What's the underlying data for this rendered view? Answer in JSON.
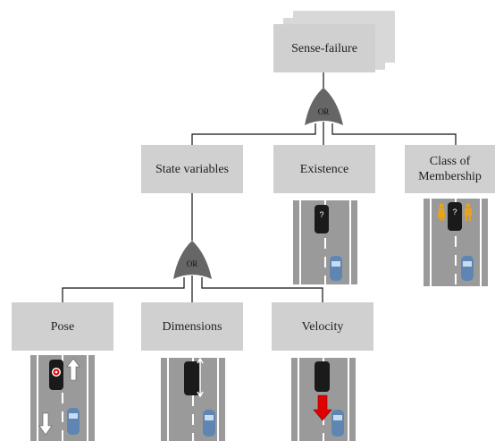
{
  "root": {
    "label": "Sense-failure"
  },
  "gates": {
    "top": "OR",
    "state": "OR"
  },
  "nodes": {
    "state_variables": "State variables",
    "existence": "Existence",
    "class_of_membership": "Class of\nMembership",
    "pose": "Pose",
    "dimensions": "Dimensions",
    "velocity": "Velocity"
  },
  "glyphs": {
    "question": "?"
  },
  "colors": {
    "box": "#d0d0d0",
    "gate": "#666666",
    "road": "#9a9a9a",
    "lane": "#ffffff",
    "car_dark": "#1a1a1a",
    "car_blue": "#5f86b3",
    "velocity_arrow": "#e00000",
    "pedestrian": "#e8a317"
  }
}
